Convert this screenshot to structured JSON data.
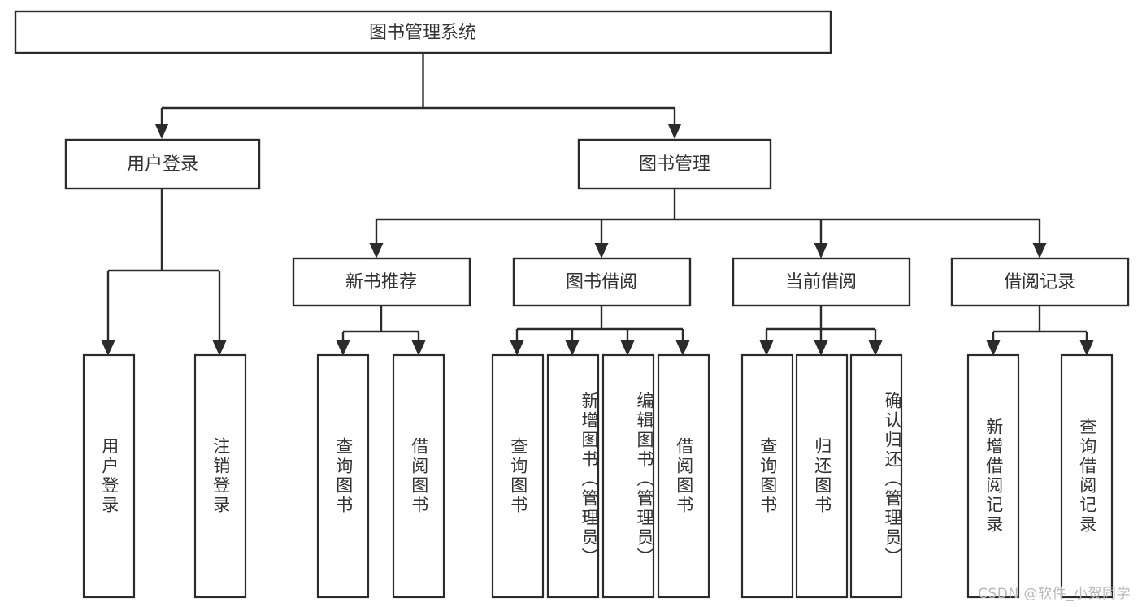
{
  "diagram": {
    "title": "图书管理系统",
    "type": "tree",
    "background_color": "#ffffff",
    "line_color": "#2b2b2b",
    "text_color": "#333333",
    "root": {
      "id": "root",
      "label": "图书管理系统",
      "level": 1
    },
    "level2": [
      {
        "id": "user-login",
        "label": "用户登录",
        "level": 2
      },
      {
        "id": "book-manage",
        "label": "图书管理",
        "level": 2
      }
    ],
    "level3": [
      {
        "id": "new-book-rec",
        "label": "新书推荐",
        "level": 3,
        "parent": "book-manage"
      },
      {
        "id": "book-borrow",
        "label": "图书借阅",
        "level": 3,
        "parent": "book-manage"
      },
      {
        "id": "current-borrow",
        "label": "当前借阅",
        "level": 3,
        "parent": "book-manage"
      },
      {
        "id": "borrow-record",
        "label": "借阅记录",
        "level": 3,
        "parent": "book-manage"
      }
    ],
    "leaves": [
      {
        "id": "leaf-user-login",
        "label": "用户登录",
        "parent": "user-login"
      },
      {
        "id": "leaf-user-logout",
        "label": "注销登录",
        "parent": "user-login"
      },
      {
        "id": "leaf-query-book-1",
        "label": "查询图书",
        "parent": "new-book-rec"
      },
      {
        "id": "leaf-borrow-book-1",
        "label": "借阅图书",
        "parent": "new-book-rec"
      },
      {
        "id": "leaf-query-book-2",
        "label": "查询图书",
        "parent": "book-borrow"
      },
      {
        "id": "leaf-add-book",
        "label": "新增图书（管理员）",
        "parent": "book-borrow"
      },
      {
        "id": "leaf-edit-book",
        "label": "编辑图书（管理员）",
        "parent": "book-borrow"
      },
      {
        "id": "leaf-borrow-book-2",
        "label": "借阅图书",
        "parent": "book-borrow"
      },
      {
        "id": "leaf-query-book-3",
        "label": "查询图书",
        "parent": "current-borrow"
      },
      {
        "id": "leaf-return-book",
        "label": "归还图书",
        "parent": "current-borrow"
      },
      {
        "id": "leaf-confirm-return",
        "label": "确认归还（管理员）",
        "parent": "current-borrow"
      },
      {
        "id": "leaf-add-record",
        "label": "新增借阅记录",
        "parent": "borrow-record"
      },
      {
        "id": "leaf-query-record",
        "label": "查询借阅记录",
        "parent": "borrow-record"
      }
    ]
  },
  "watermark": {
    "text": "CSDN @软件_小贺同学"
  }
}
